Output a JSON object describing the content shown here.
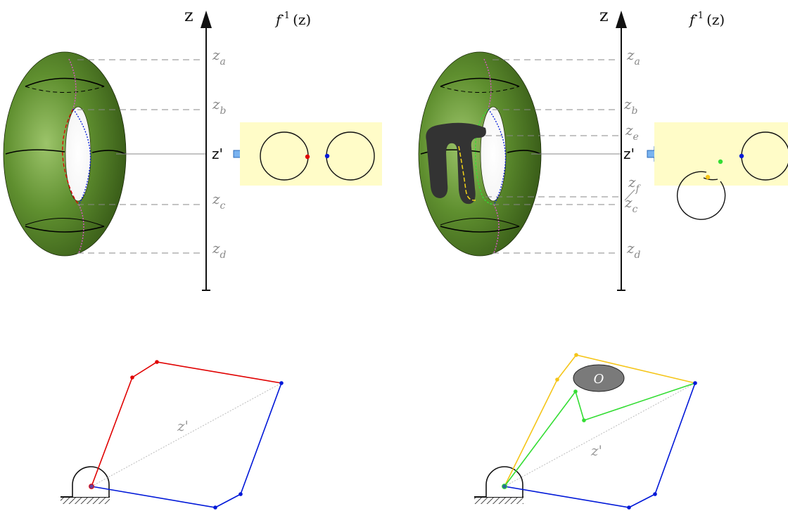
{
  "panels": [
    {
      "axis_label": "z",
      "preimage_label": {
        "f": "f",
        "sup": "-1",
        "arg": "(z)"
      },
      "levels": [
        {
          "base": "z",
          "sub": "a"
        },
        {
          "base": "z",
          "sub": "b"
        },
        {
          "base": "z",
          "sub": "c"
        },
        {
          "base": "z",
          "sub": "d"
        }
      ],
      "zprime": "z'",
      "free_space_note": ""
    },
    {
      "axis_label": "z",
      "preimage_label": {
        "f": "f",
        "sup": "-1",
        "arg": "(z)"
      },
      "levels": [
        {
          "base": "z",
          "sub": "a"
        },
        {
          "base": "z",
          "sub": "b"
        },
        {
          "base": "z",
          "sub": "e"
        },
        {
          "base": "z",
          "sub": "f"
        },
        {
          "base": "z",
          "sub": "c"
        },
        {
          "base": "z",
          "sub": "d"
        }
      ],
      "zprime": "z'"
    }
  ],
  "linkages": [
    {
      "distance_label": "z'",
      "obstacle_label": ""
    },
    {
      "distance_label": "z'",
      "obstacle_label": "O"
    }
  ],
  "colors": {
    "torus": "#5b8a2e",
    "highlight": "#fffcc8",
    "red": "#e00000",
    "blue": "#0018d8",
    "green": "#33dd33",
    "yellow": "#f5c518",
    "magenta": "#dd55cc",
    "obstacle": "#7a7a7a",
    "arrow": "#79b3f0"
  }
}
